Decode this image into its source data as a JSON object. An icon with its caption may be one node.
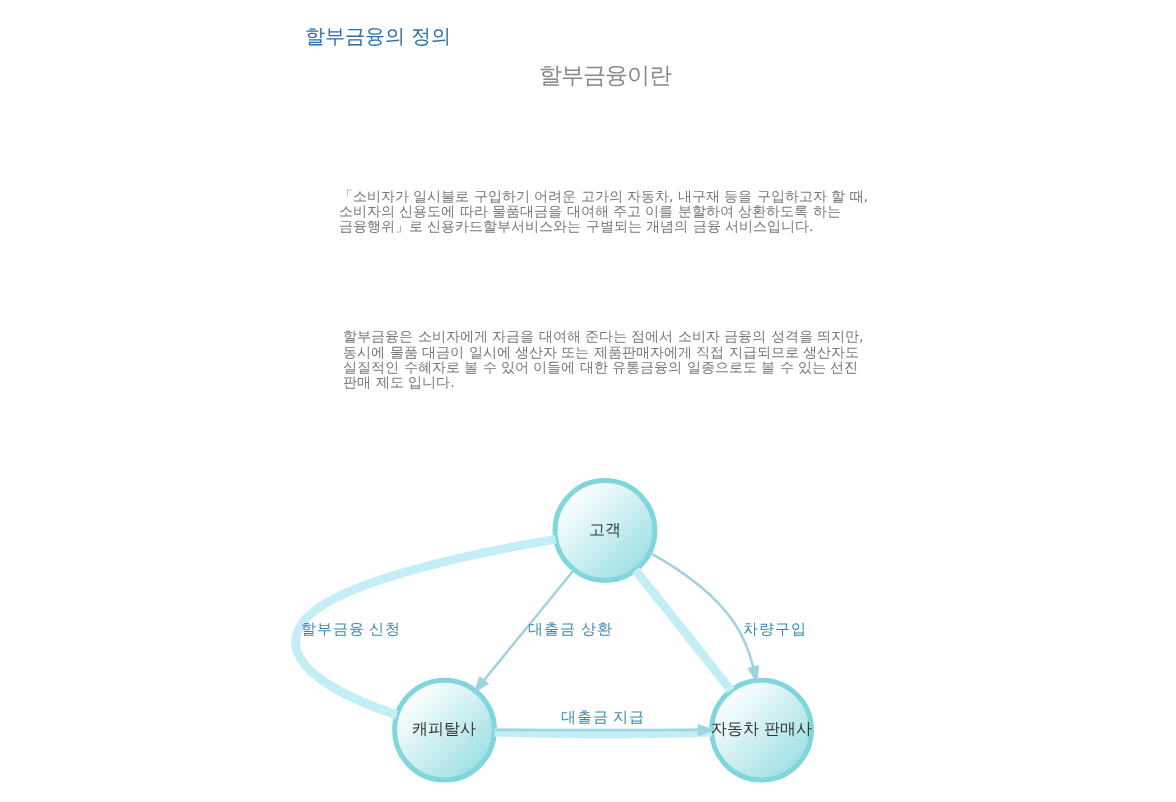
{
  "diagram": {
    "title": "할부금융의 정의",
    "nodes": [
      {
        "text": [
          "고객"
        ]
      },
      {
        "text": [
          "캐피탈사"
        ]
      },
      {
        "text": [
          "자동차 판매사"
        ]
      }
    ],
    "edges": [
      {
        "from": 0,
        "to": 1,
        "arrow": "none",
        "label": "할부금융 신청",
        "style": "thick",
        "color": "#c4eef5"
      },
      {
        "from": 0,
        "to": 1,
        "arrow": "to",
        "label": "대출금 상환"
      },
      {
        "from": 0,
        "to": 2,
        "arrow": "none",
        "style": "thick",
        "color": "#c4eef5"
      },
      {
        "from": 0,
        "to": 2,
        "arrow": "to",
        "label": "차량구입"
      },
      {
        "from": 1,
        "to": 2,
        "arrow": "none",
        "style": "thick",
        "color": "#c4eef5"
      },
      {
        "from": 1,
        "to": 2,
        "arrow": "to",
        "label": "대출금 지급"
      }
    ],
    "labels": [
      "할부금융이란",
      "「소비자가 일시불로 구입하기 어려운 고가의 자동차, 내구재 등을 구입하고자 할 때, 소비자의 신용도에 따라 물품대금을 대여해 주고 이를 분할하여 상환하도록 하는 금융행위」로 신용카드할부서비스와는 구별되는 개념의 금융 서비스입니다.",
      "할부금융은 소비자에게 자금을 대여해 준다는 점에서 소비자 금융의 성격을 띄지만, 동시에 물품 대금이 일시에 생산자 또는 제품판매자에게 직접 지급되므로 생산자도 실질적인 수혜자로 볼 수 있어 이들에 대한 유통금융의 일종으로도 볼 수 있는 선진 판매 제도 입니다."
    ]
  }
}
